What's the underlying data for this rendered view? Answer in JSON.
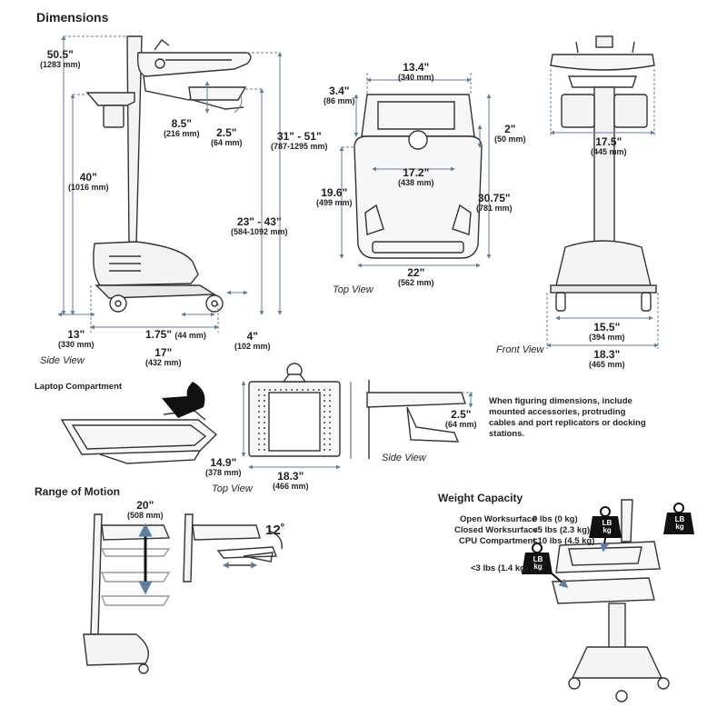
{
  "headings": {
    "dimensions": "Dimensions",
    "laptop_compartment": "Laptop Compartment",
    "range_of_motion": "Range of Motion",
    "weight_capacity": "Weight Capacity"
  },
  "view_captions": {
    "side_view": "Side View",
    "top_view": "Top View",
    "front_view": "Front View",
    "laptop_top_view": "Top View",
    "laptop_side_view": "Side View"
  },
  "side_view": {
    "total_height": {
      "value": "50.5\"",
      "metric": "(1283 mm)"
    },
    "handle_height": {
      "value": "40\"",
      "metric": "(1016 mm)"
    },
    "tray_drop": {
      "value": "8.5\"",
      "metric": "(216 mm)"
    },
    "tray_offset": {
      "value": "2.5\"",
      "metric": "(64 mm)"
    },
    "worksurface_height": {
      "value": "31\" - 51\"",
      "metric": "(787-1295 mm)"
    },
    "keyboard_height": {
      "value": "23\" - 43\"",
      "metric": "(584-1092 mm)"
    },
    "rear_depth": {
      "value": "13\"",
      "metric": "(330 mm)"
    },
    "caster_offset": {
      "value": "1.75\"",
      "metric": "(44 mm)"
    },
    "base_clearance": {
      "value": "4\"",
      "metric": "(102 mm)"
    },
    "base_depth": {
      "value": "17\"",
      "metric": "(432 mm)"
    }
  },
  "top_view": {
    "worksurface_width": {
      "value": "13.4\"",
      "metric": "(340 mm)"
    },
    "surface_depth": {
      "value": "3.4\"",
      "metric": "(86 mm)"
    },
    "front_lip": {
      "value": "2\"",
      "metric": "(50 mm)"
    },
    "tray_width": {
      "value": "17.2\"",
      "metric": "(438 mm)"
    },
    "tray_depth": {
      "value": "19.6\"",
      "metric": "(499 mm)"
    },
    "overall_depth": {
      "value": "30.75\"",
      "metric": "(781 mm)"
    },
    "overall_width": {
      "value": "22\"",
      "metric": "(562 mm)"
    }
  },
  "front_view": {
    "worksurface_width": {
      "value": "17.5\"",
      "metric": "(445 mm)"
    },
    "base_width": {
      "value": "15.5\"",
      "metric": "(394 mm)"
    },
    "overall_width": {
      "value": "18.3\"",
      "metric": "(465 mm)"
    }
  },
  "laptop": {
    "depth": {
      "value": "14.9\"",
      "metric": "(378 mm)"
    },
    "width": {
      "value": "18.3\"",
      "metric": "(466 mm)"
    },
    "height": {
      "value": "2.5\"",
      "metric": "(64 mm)"
    },
    "note": "When figuring dimensions, include mounted accessories, protruding cables and port replicators or docking stations."
  },
  "range_of_motion": {
    "travel": {
      "value": "20\"",
      "metric": "(508 mm)"
    },
    "tilt": "12˚"
  },
  "weight_capacity": {
    "rows": [
      {
        "label": "Open Worksurface",
        "value": "0 lbs (0 kg)"
      },
      {
        "label": "Closed Worksurface",
        "value": "<5 lbs (2.3 kg)"
      },
      {
        "label": "CPU Compartment",
        "value": "<10 lbs (4.5 kg)"
      }
    ],
    "keyboard_tray": "<3 lbs (1.4 kg)",
    "weight_icon_text": {
      "top": "LB",
      "bottom": "kg"
    }
  }
}
